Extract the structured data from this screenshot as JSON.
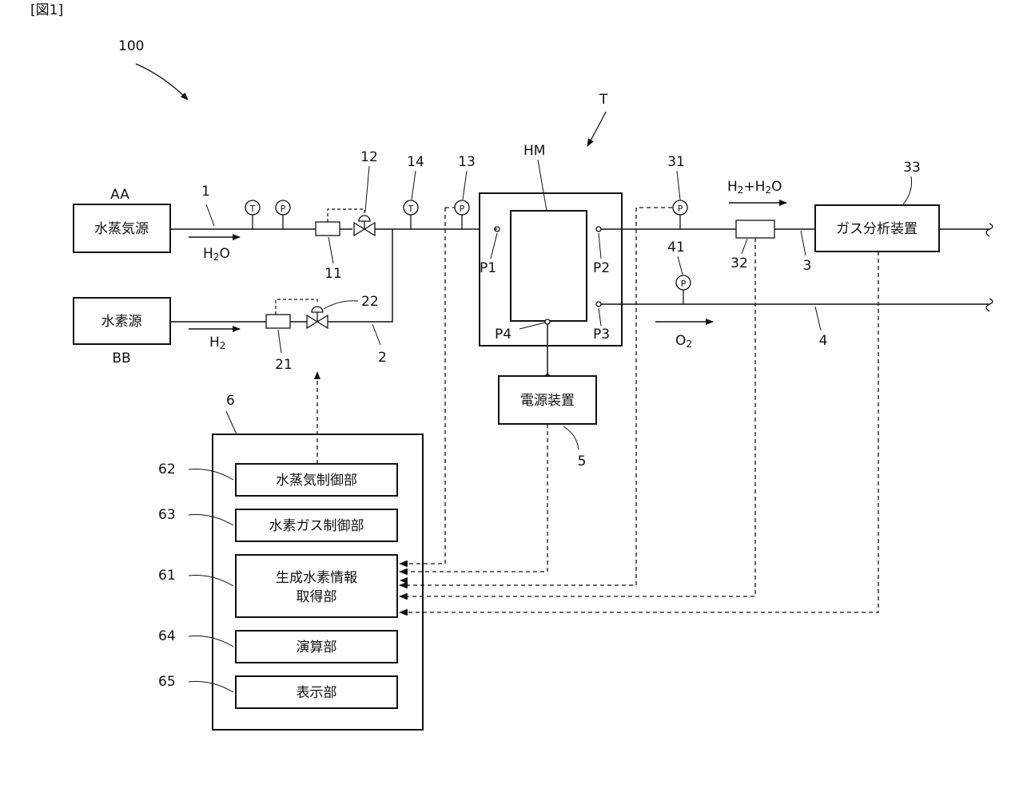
{
  "figure_label": "[図1]",
  "ref_100": "100",
  "ref_T": "T",
  "ref_HM": "HM",
  "label_AA": "AA",
  "label_BB": "BB",
  "steam_source": "水蒸気源",
  "hydrogen_source": "水素源",
  "power_supply": "電源装置",
  "gas_analyzer": "ガス分析装置",
  "flow_h2o": {
    "main": "H",
    "sub": "2",
    "tail": "O"
  },
  "flow_h2": {
    "main": "H",
    "sub": "2"
  },
  "flow_h2_h2o": {
    "a": "H",
    "sub1": "2",
    "b": "+H",
    "sub2": "2",
    "c": "O"
  },
  "flow_o2": {
    "main": "O",
    "sub": "2"
  },
  "ports": {
    "p1": "P1",
    "p2": "P2",
    "p3": "P3",
    "p4": "P4"
  },
  "sensor_T": "T",
  "sensor_P": "P",
  "refs": {
    "r1": "1",
    "r2": "2",
    "r3": "3",
    "r4": "4",
    "r5": "5",
    "r6": "6",
    "r11": "11",
    "r12": "12",
    "r13": "13",
    "r14": "14",
    "r21": "21",
    "r22": "22",
    "r31": "31",
    "r32": "32",
    "r33": "33",
    "r41": "41",
    "r61": "61",
    "r62": "62",
    "r63": "63",
    "r64": "64",
    "r65": "65"
  },
  "controller": {
    "steam_control": "水蒸気制御部",
    "hydrogen_control": "水素ガス制御部",
    "info_line1": "生成水素情報",
    "info_line2": "取得部",
    "calc": "演算部",
    "display": "表示部"
  }
}
